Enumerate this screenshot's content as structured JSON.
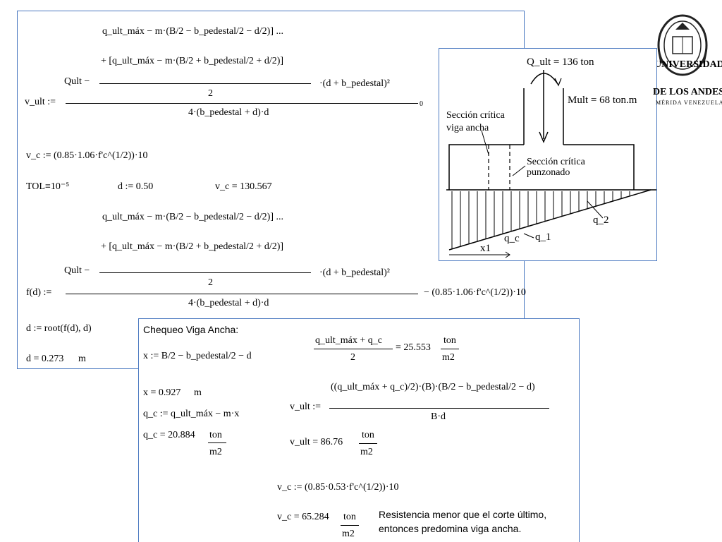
{
  "left_panel": {
    "vult_bracket1": "q_ult_máx − m·(B/2 − b_pedestal/2 − d/2)] ...",
    "vult_bracket2": "+ [q_ult_máx − m·(B/2 + b_pedestal/2 + d/2)]",
    "vult_qult": "Qult −",
    "vult_two": "2",
    "vult_tail": "·(d + b_pedestal)²",
    "vult_lhs": "v_ult :=",
    "vult_den": "4·(b_pedestal + d)·d",
    "vult_sub": "0",
    "vc_def": "v_c := (0.85·1.06·f'c^(1/2))·10",
    "tol": "TOL≡10⁻⁵",
    "d_def": "d := 0.50",
    "vc_val": "v_c = 130.567",
    "fd_bracket1": "q_ult_máx − m·(B/2 − b_pedestal/2 − d/2)] ...",
    "fd_bracket2": "+ [q_ult_máx − m·(B/2 + b_pedestal/2 + d/2)]",
    "fd_qult": "Qult −",
    "fd_two": "2",
    "fd_tail": "·(d + b_pedestal)²",
    "fd_lhs": "f(d) :=",
    "fd_den": "4·(b_pedestal + d)·d",
    "fd_minus": "− (0.85·1.06·f'c^(1/2))·10",
    "root_def": "d := root(f(d), d)",
    "d_val": "d = 0.273",
    "d_unit": "m"
  },
  "diagram": {
    "qult_label": "Q_ult = 136 ton",
    "mult_label": "Mult = 68 ton.m",
    "sec_beam_1": "Sección crítica",
    "sec_beam_2": "viga ancha",
    "sec_punch_1": "Sección crítica",
    "sec_punch_2": "punzonado",
    "q2": "q_2",
    "q1": "q_1",
    "qc": "q_c",
    "x1": "x1"
  },
  "logo": {
    "line1": "UNIVERSIDAD",
    "line2": "DE LOS ANDES",
    "line3": "MÉRIDA VENEZUELA"
  },
  "check_panel": {
    "title": "Chequeo Viga Ancha:",
    "x_def": "x := B/2 − b_pedestal/2 − d",
    "x_val": "x = 0.927",
    "x_unit": "m",
    "qc_def": "q_c := q_ult_máx − m·x",
    "qc_val": "q_c = 20.884",
    "qc_unit_top": "ton",
    "qc_unit_bot": "m2",
    "avg_num": "q_ult_máx + q_c",
    "avg_den": "2",
    "avg_val": "= 25.553",
    "avg_unit_top": "ton",
    "avg_unit_bot": "m2",
    "vult_lhs": "v_ult :=",
    "vult_num": "((q_ult_máx + q_c)/2)·(B)·(B/2 − b_pedestal/2 − d)",
    "vult_den": "B·d",
    "vult_val": "v_ult = 86.76",
    "vult_unit_top": "ton",
    "vult_unit_bot": "m2",
    "vc_def": "v_c := (0.85·0.53·f'c^(1/2))·10",
    "vc_val": "v_c = 65.284",
    "vc_unit_top": "ton",
    "vc_unit_bot": "m2",
    "conclusion_1": "Resistencia menor que el corte último,",
    "conclusion_2": "entonces predomina viga ancha."
  }
}
